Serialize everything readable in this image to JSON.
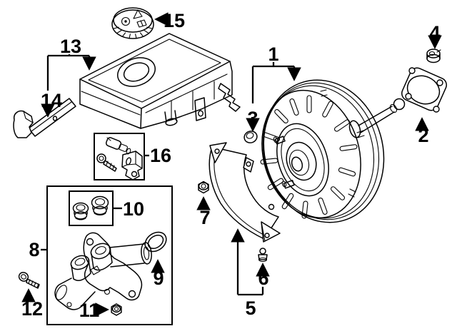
{
  "diagram": {
    "kind": "exploded-parts-line-drawing",
    "colors": {
      "background": "#ffffff",
      "line": "#000000",
      "label_text": "#000000"
    }
  },
  "callouts": [
    "1",
    "2",
    "3",
    "4",
    "5",
    "6",
    "7",
    "8",
    "9",
    "10",
    "11",
    "12",
    "13",
    "14",
    "15",
    "16"
  ]
}
